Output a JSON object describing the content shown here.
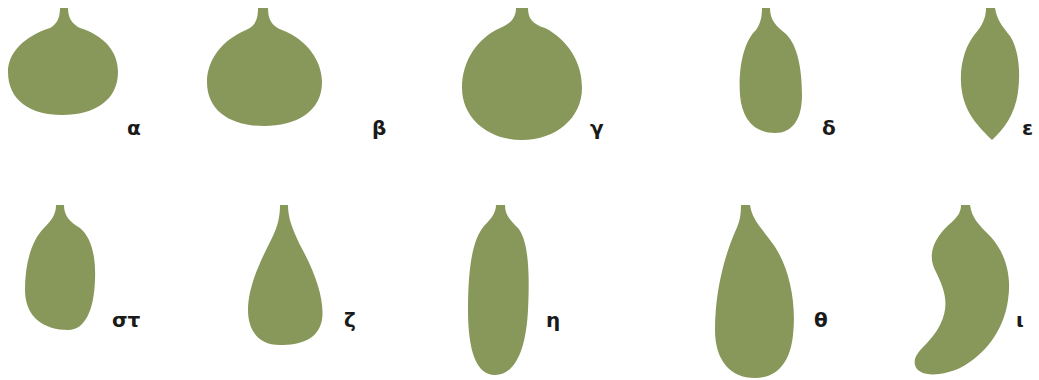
{
  "diagram": {
    "labels": [
      "α",
      "β",
      "γ",
      "δ",
      "ε",
      "στ",
      "ζ",
      "η",
      "θ",
      "ι"
    ]
  }
}
